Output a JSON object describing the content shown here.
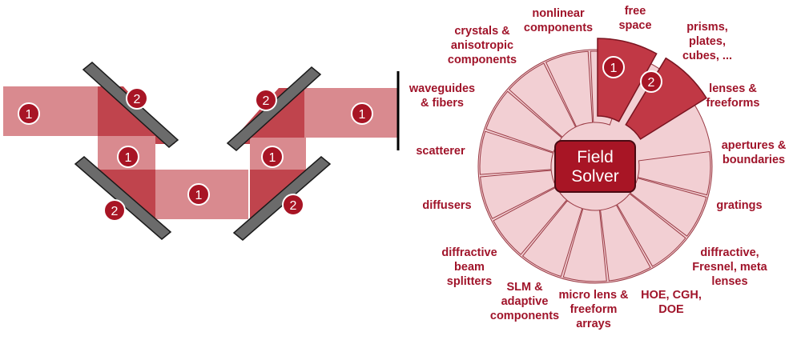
{
  "colors": {
    "beam_light": "#d98a8f",
    "beam_overlap": "#c0444d",
    "mirror_fill": "#6b6b6b",
    "mirror_stroke": "#1a1a1a",
    "badge_fill": "#a81525",
    "wedge_light": "#f2cfd3",
    "wedge_highlight": "#c13845",
    "wedge_stroke": "#9a3a44",
    "label_color": "#a0142a",
    "solver_fill": "#a81525"
  },
  "beam_labels": {
    "free_space": "1",
    "component": "2"
  },
  "field_solver": {
    "text_line1": "Field",
    "text_line2": "Solver"
  },
  "wheel": {
    "highlighted": [
      {
        "badge": "1"
      },
      {
        "badge": "2"
      }
    ],
    "labels": [
      {
        "key": "free-space",
        "lines": [
          "free",
          "space"
        ]
      },
      {
        "key": "prisms",
        "lines": [
          "prisms,",
          "plates,",
          "cubes, ..."
        ]
      },
      {
        "key": "lenses",
        "lines": [
          "lenses &",
          "freeforms"
        ]
      },
      {
        "key": "apertures",
        "lines": [
          "apertures &",
          "boundaries"
        ]
      },
      {
        "key": "gratings",
        "lines": [
          "gratings"
        ]
      },
      {
        "key": "diffractive-lenses",
        "lines": [
          "diffractive,",
          "Fresnel, meta",
          "lenses"
        ]
      },
      {
        "key": "hoe",
        "lines": [
          "HOE, CGH,",
          "DOE"
        ]
      },
      {
        "key": "micro-lens",
        "lines": [
          "micro lens &",
          "freeform",
          "arrays"
        ]
      },
      {
        "key": "slm",
        "lines": [
          "SLM &",
          "adaptive",
          "components"
        ]
      },
      {
        "key": "diffractive-splitters",
        "lines": [
          "diffractive",
          "beam",
          "splitters"
        ]
      },
      {
        "key": "diffusers",
        "lines": [
          "diffusers"
        ]
      },
      {
        "key": "scatterer",
        "lines": [
          "scatterer"
        ]
      },
      {
        "key": "waveguides",
        "lines": [
          "waveguides",
          "& fibers"
        ]
      },
      {
        "key": "crystals",
        "lines": [
          "crystals &",
          "anisotropic",
          "components"
        ]
      },
      {
        "key": "nonlinear",
        "lines": [
          "nonlinear",
          "components"
        ]
      }
    ]
  }
}
